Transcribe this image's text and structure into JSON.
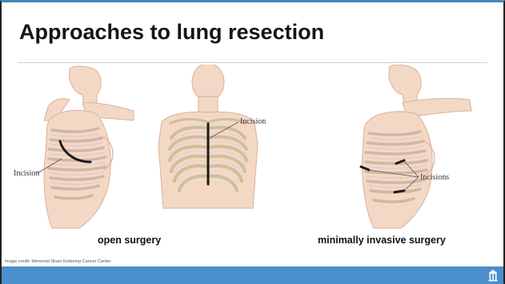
{
  "slide": {
    "title": "Approaches to lung resection",
    "captions": {
      "open": "open surgery",
      "minimally_invasive": "minimally invasive surgery"
    },
    "figure_labels": {
      "side_incision": "Incision",
      "front_incision": "Incision",
      "incisions": "Incisions"
    },
    "credit": "Image credit: Memorial Sloan Kettering Cancer Center",
    "footer_color": "#4b8fcc"
  }
}
